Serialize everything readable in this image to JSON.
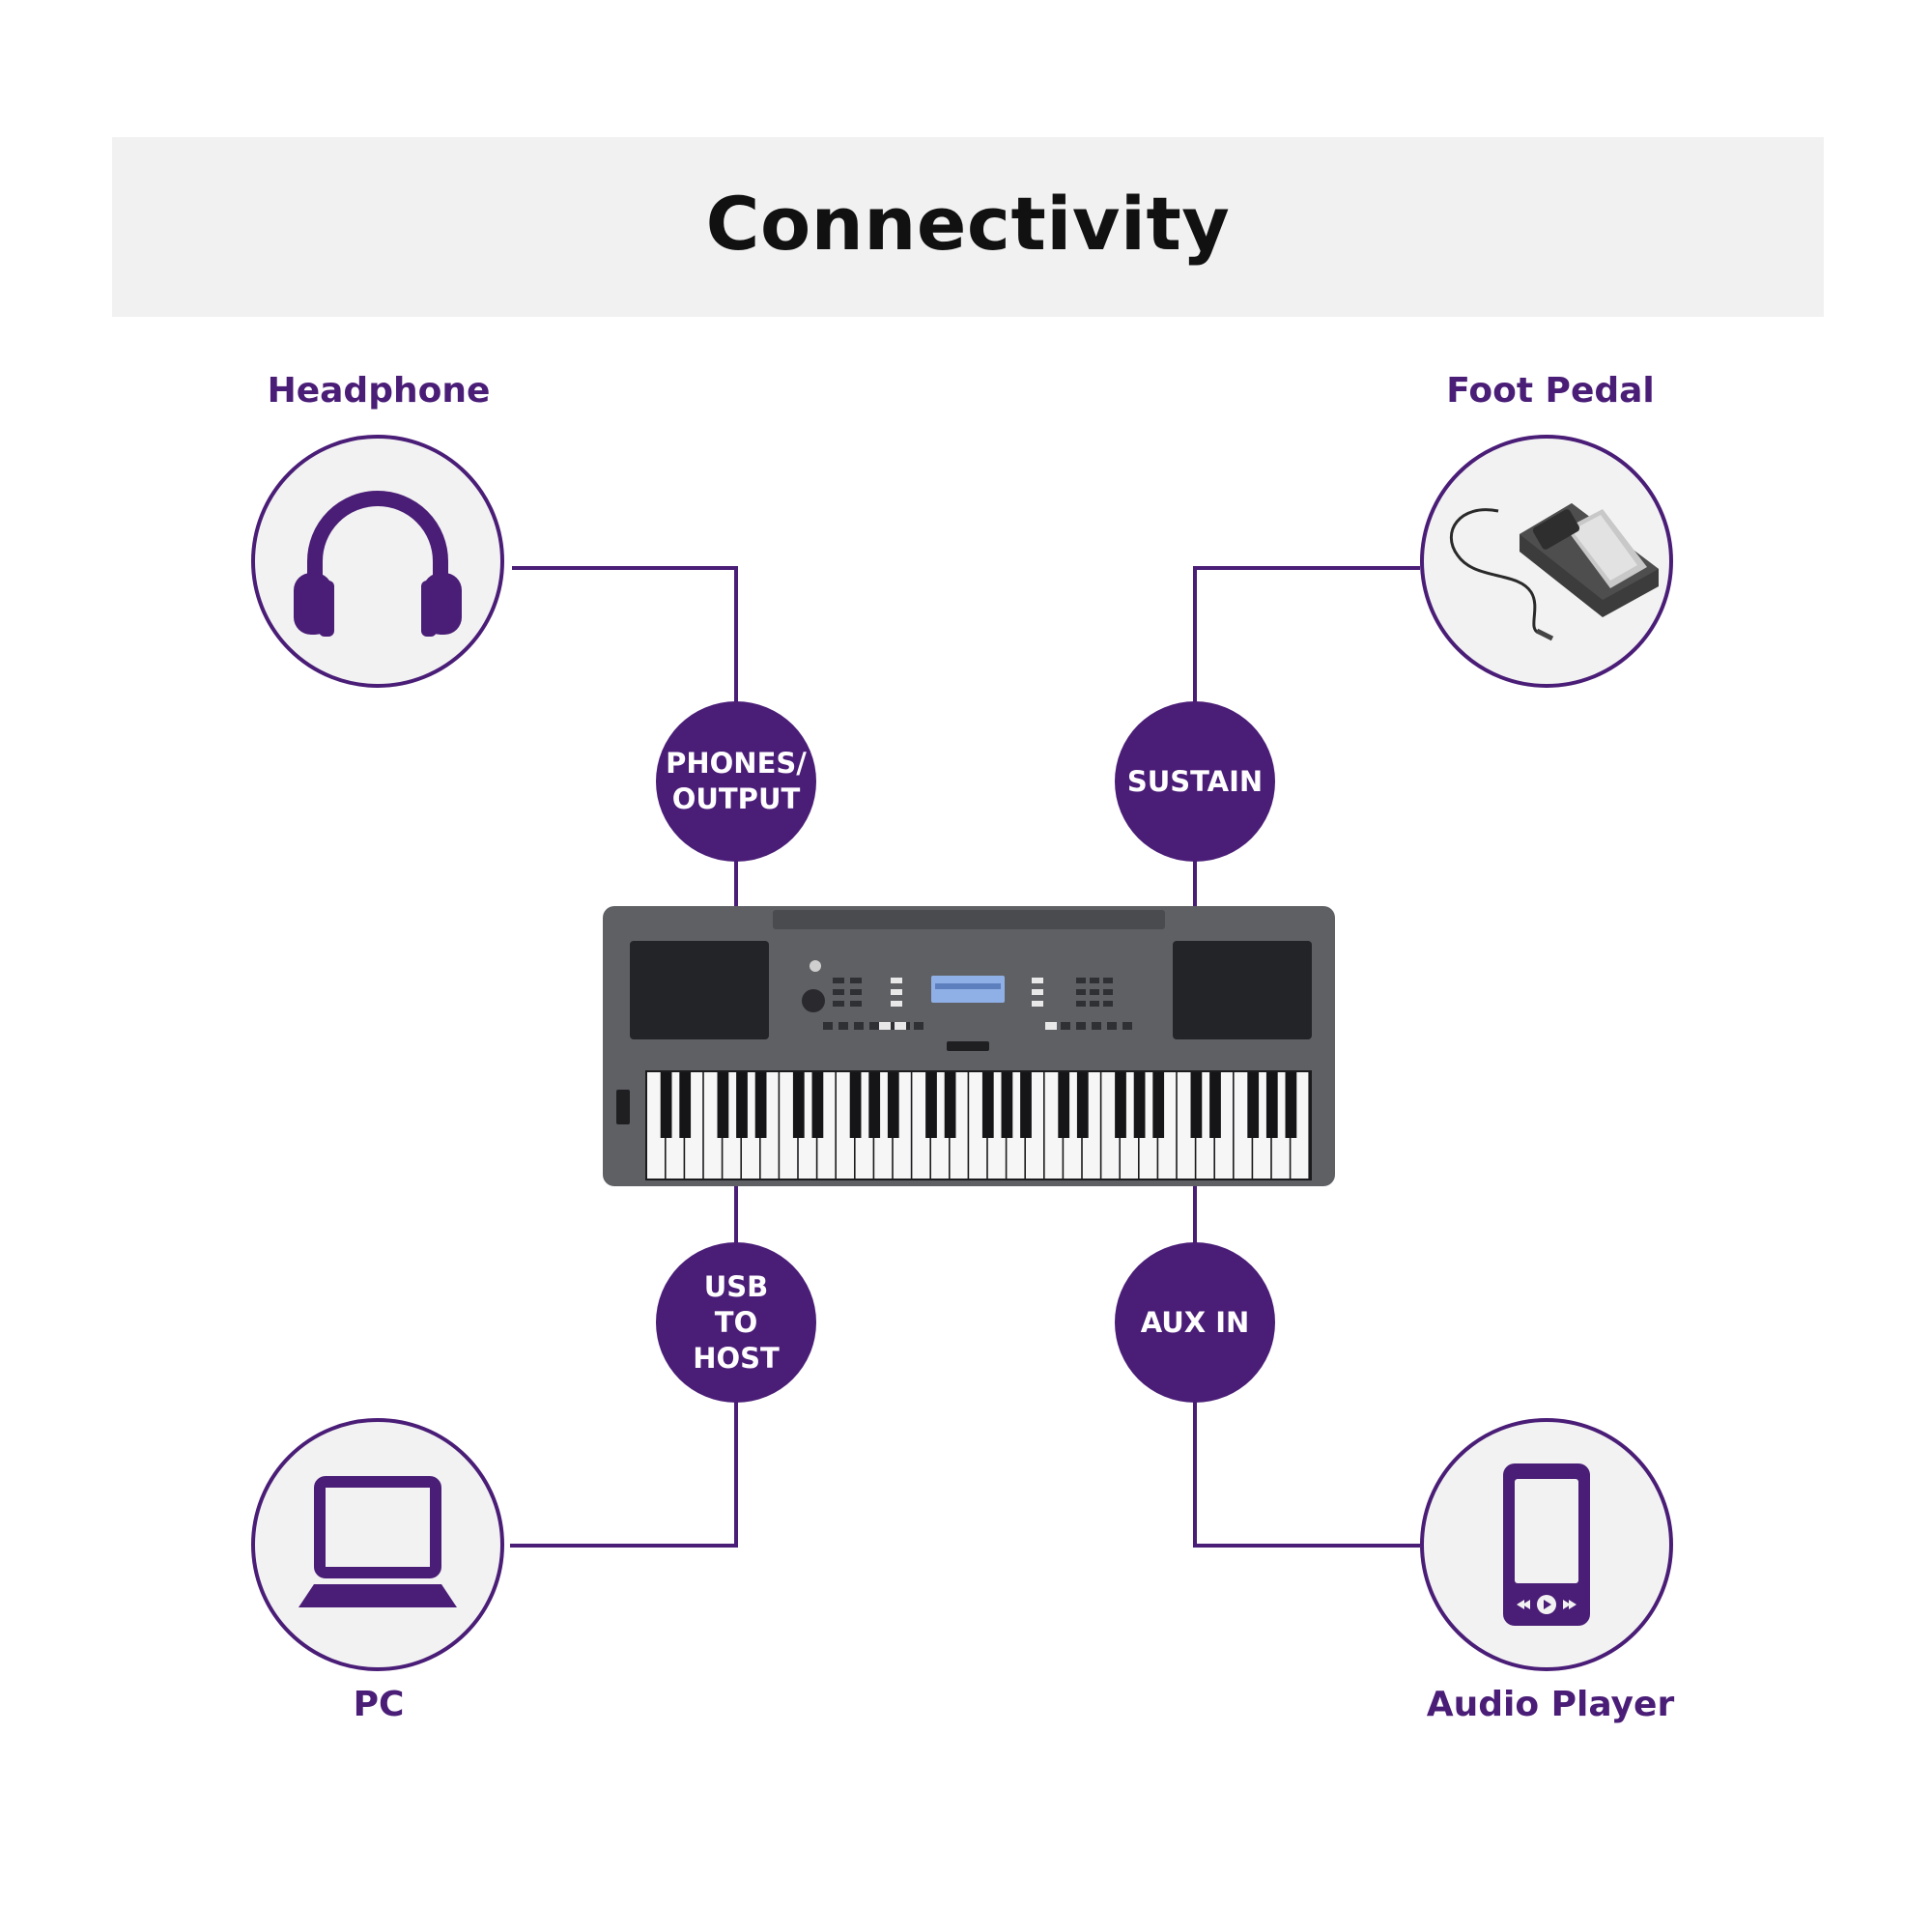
{
  "header": {
    "title": "Connectivity"
  },
  "devices": {
    "headphone": {
      "label": "Headphone"
    },
    "foot_pedal": {
      "label": "Foot Pedal"
    },
    "pc": {
      "label": "PC"
    },
    "audio_player": {
      "label": "Audio Player"
    }
  },
  "ports": {
    "phones_output": {
      "label": "PHONES/\nOUTPUT"
    },
    "sustain": {
      "label": "SUSTAIN"
    },
    "usb_to_host": {
      "label": "USB\nTO\nHOST"
    },
    "aux_in": {
      "label": "AUX IN"
    }
  },
  "colors": {
    "accent": "#4a1d77",
    "header_bg": "#f1f1f1",
    "circle_bg": "#f2f2f2"
  },
  "icons": [
    "headphones-icon",
    "foot-pedal-icon",
    "laptop-icon",
    "media-player-icon",
    "keyboard-image"
  ]
}
